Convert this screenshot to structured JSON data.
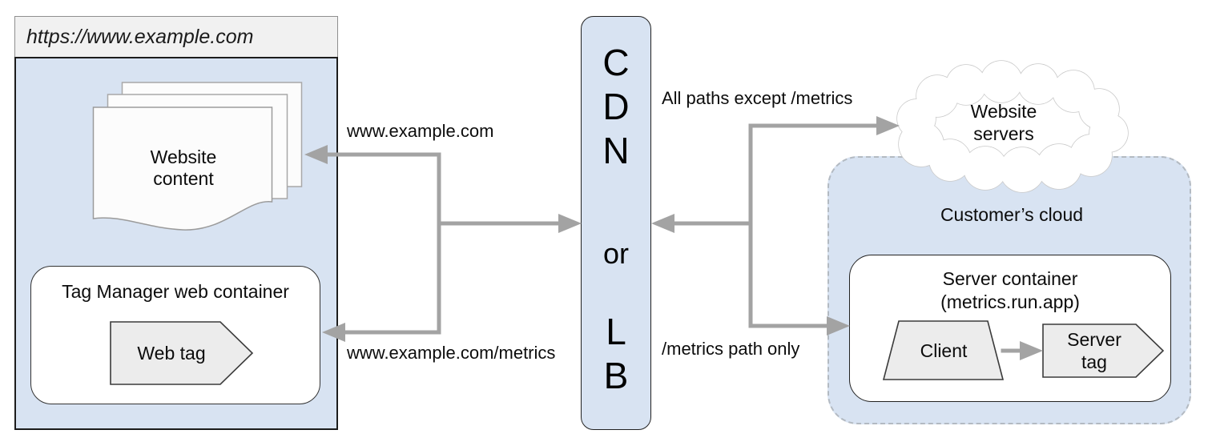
{
  "diagram_title": "Tag Manager web + server container CDN routing diagram",
  "colors": {
    "panel_blue": "#d8e3f2",
    "titlebar_gray": "#f1f1f1",
    "shape_gray": "#ececec",
    "arrow_gray": "#a3a3a3",
    "page_white": "#fcfcfc",
    "dashed_border": "#b3bac2"
  },
  "browser": {
    "title": "https://www.example.com",
    "content_pages": {
      "line1": "Website",
      "line2": "content"
    },
    "tag_manager": {
      "title": "Tag Manager web container",
      "web_tag_label": "Web tag"
    }
  },
  "cdn": {
    "letters_top": [
      "C",
      "D",
      "N"
    ],
    "middle": "or",
    "letters_bottom": [
      "L",
      "B"
    ]
  },
  "edge_labels": {
    "to_site": "www.example.com",
    "to_metrics": "www.example.com/metrics",
    "all_paths": "All paths except /metrics",
    "metrics_only": "/metrics path only"
  },
  "website_servers": {
    "line1": "Website",
    "line2": "servers"
  },
  "customer_cloud": {
    "title": "Customer’s cloud",
    "server_container": {
      "title_line1": "Server container",
      "title_line2": "(metrics.run.app)",
      "client_label": "Client",
      "server_tag": {
        "line1": "Server",
        "line2": "tag"
      }
    }
  }
}
